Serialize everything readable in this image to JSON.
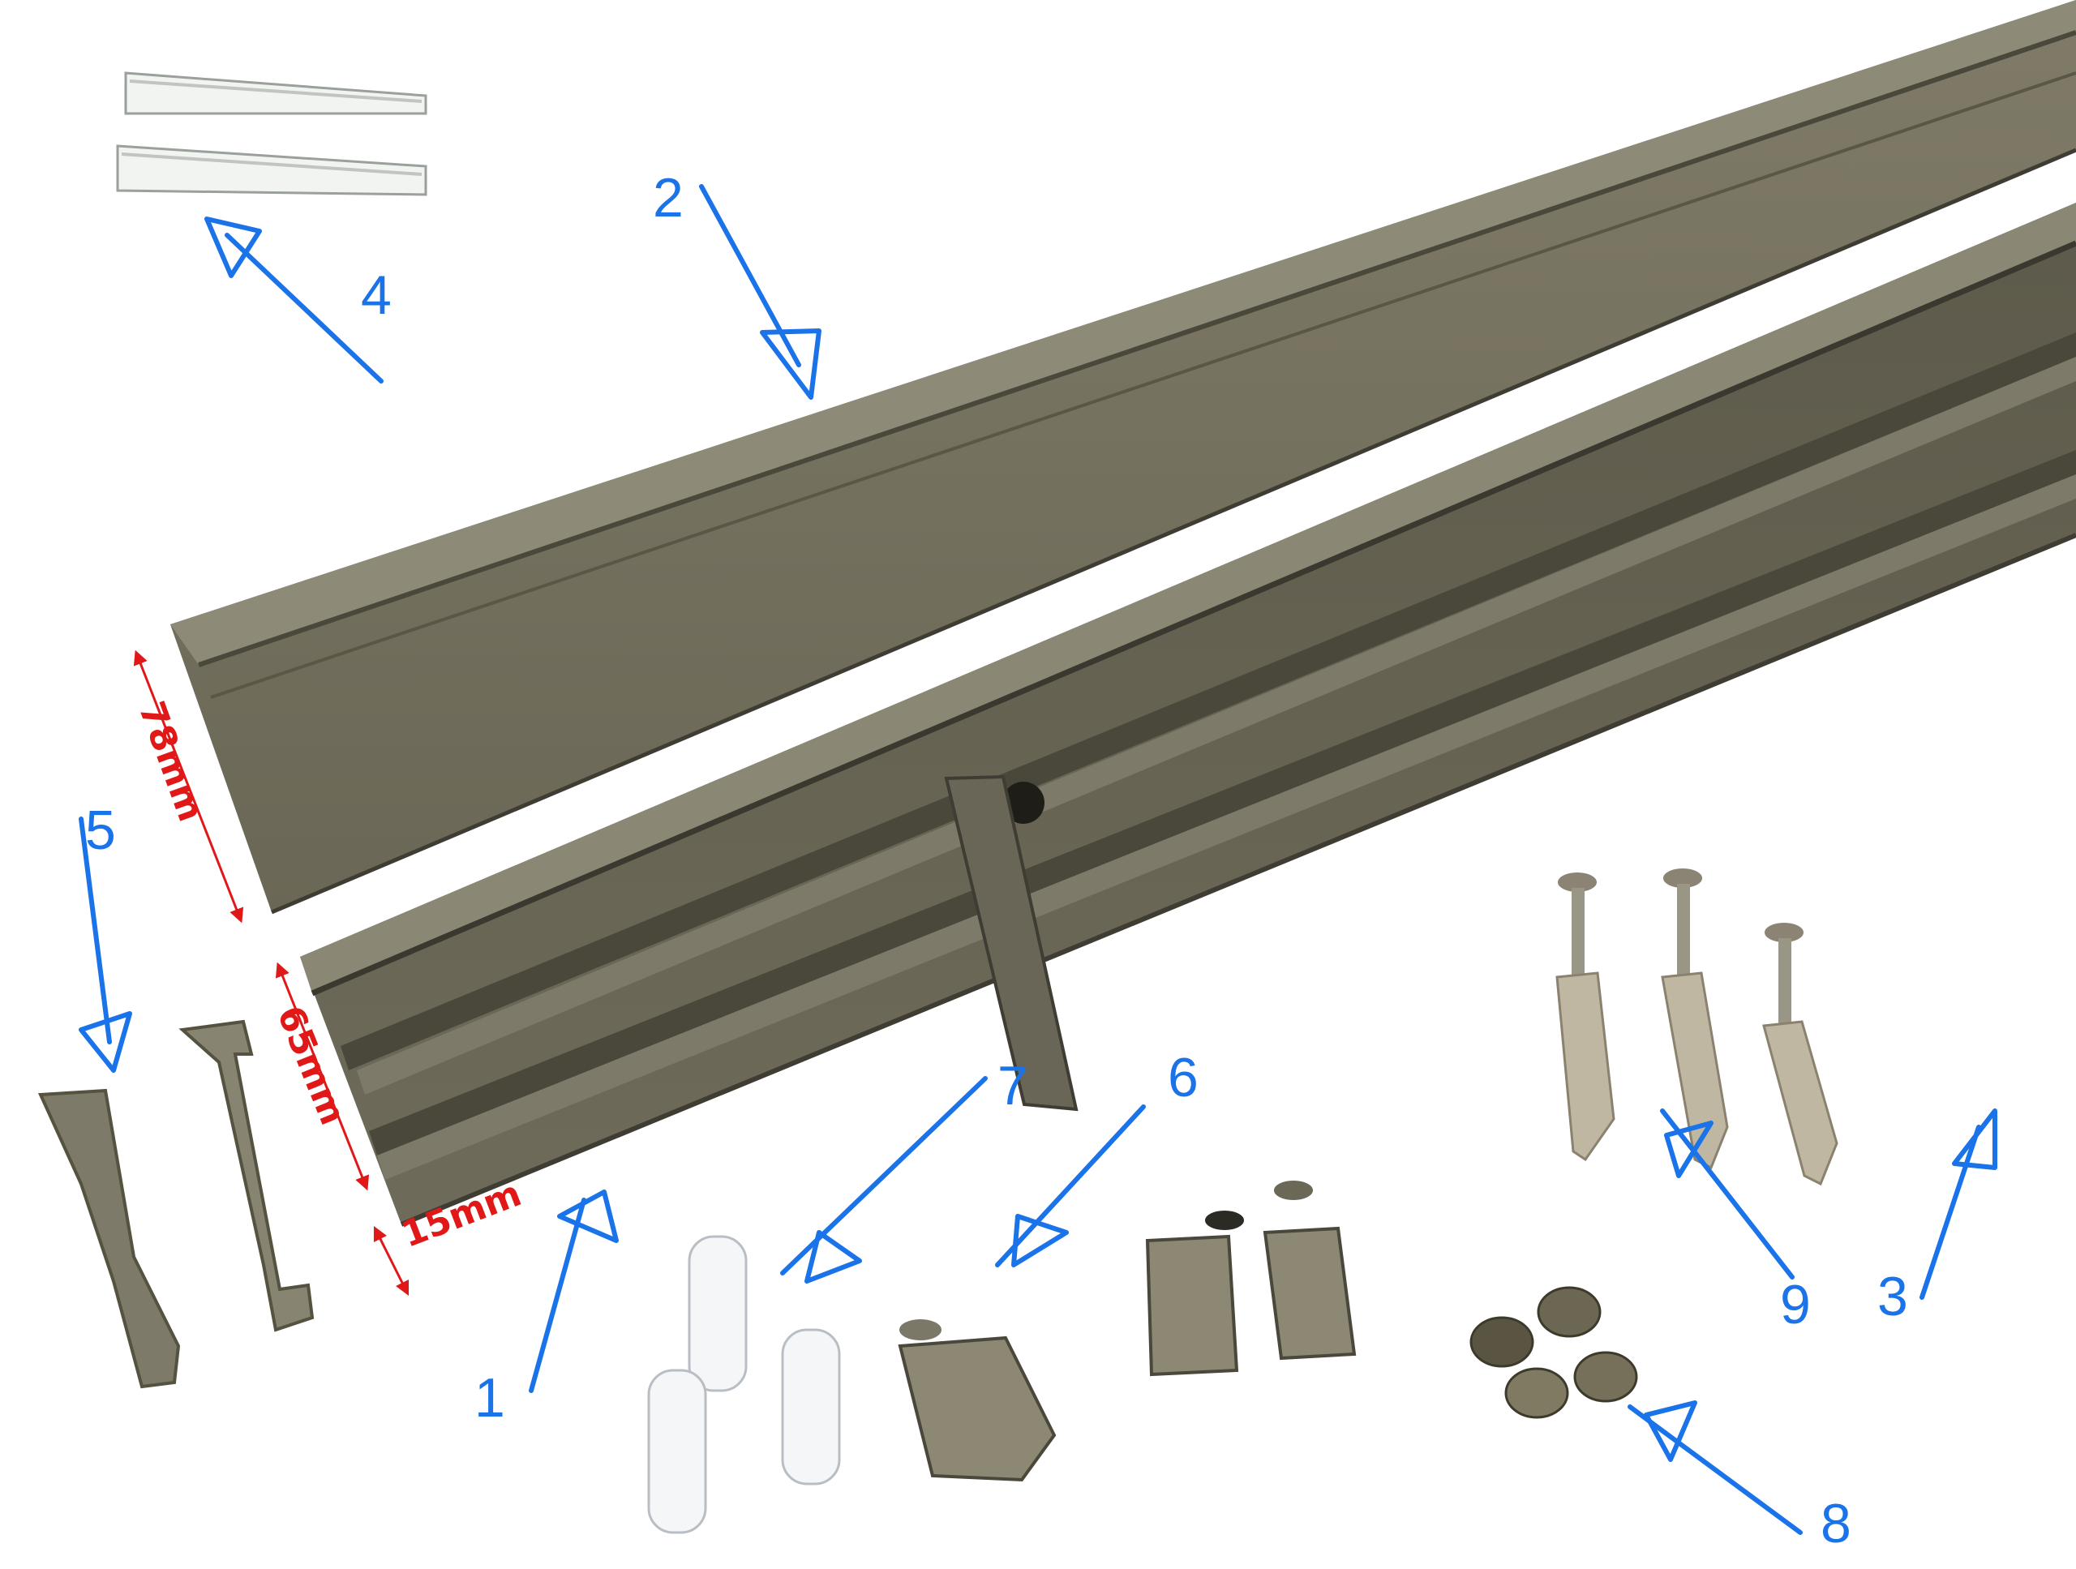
{
  "colors": {
    "rail": "#6e6a5a",
    "rail_light": "#8d8a78",
    "rail_dark": "#3f3d33",
    "callout_blue": "#1a73e8",
    "dimension_red": "#e01818",
    "runner_white": "#f4f6f8"
  },
  "callouts": {
    "c1": "1",
    "c2": "2",
    "c3": "3",
    "c4": "4",
    "c5": "5",
    "c6": "6",
    "c7": "7",
    "c8": "8",
    "c9": "9"
  },
  "dimensions": {
    "top_rail_height": "78mm",
    "bottom_rail_height": "65mm",
    "channel_height": "15mm"
  }
}
